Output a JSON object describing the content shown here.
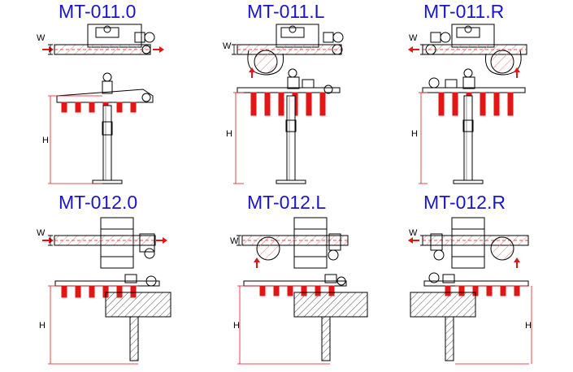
{
  "colors": {
    "title": "#1a16c8",
    "line": "#000000",
    "accent_red": "#e41515",
    "hatch": "#555555",
    "gray": "#9a9a9a"
  },
  "models": [
    {
      "id": "MT-011.0",
      "w_label": "W",
      "h_label": "H"
    },
    {
      "id": "MT-011.L",
      "w_label": "W",
      "h_label": "H"
    },
    {
      "id": "MT-011.R",
      "w_label": "W",
      "h_label": "H"
    },
    {
      "id": "MT-012.0",
      "w_label": "W",
      "h_label": "H"
    },
    {
      "id": "MT-012.L",
      "w_label": "W",
      "h_label": "H"
    },
    {
      "id": "MT-012.R",
      "w_label": "W",
      "h_label": "H"
    }
  ]
}
